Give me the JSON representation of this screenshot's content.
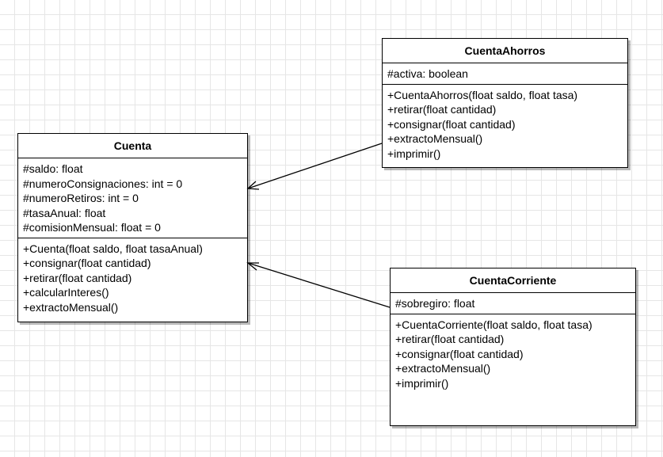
{
  "classes": {
    "cuenta": {
      "name": "Cuenta",
      "attributes": [
        "#saldo: float",
        "#numeroConsignaciones: int = 0",
        "#numeroRetiros: int = 0",
        "#tasaAnual: float",
        "#comisionMensual: float = 0"
      ],
      "operations": [
        "+Cuenta(float saldo, float tasaAnual)",
        "+consignar(float cantidad)",
        "+retirar(float cantidad)",
        "+calcularInteres()",
        "+extractoMensual()"
      ]
    },
    "cuentaAhorros": {
      "name": "CuentaAhorros",
      "attributes": [
        "#activa: boolean"
      ],
      "operations": [
        "+CuentaAhorros(float saldo, float tasa)",
        "+retirar(float cantidad)",
        "+consignar(float cantidad)",
        "+extractoMensual()",
        "+imprimir()"
      ]
    },
    "cuentaCorriente": {
      "name": "CuentaCorriente",
      "attributes": [
        "#sobregiro: float"
      ],
      "operations": [
        "+CuentaCorriente(float saldo, float tasa)",
        "+retirar(float cantidad)",
        "+consignar(float cantidad)",
        "+extractoMensual()",
        "+imprimir()"
      ]
    }
  },
  "relations": [
    {
      "from": "cuentaAhorros",
      "to": "cuenta",
      "type": "association-arrow"
    },
    {
      "from": "cuentaCorriente",
      "to": "cuenta",
      "type": "association-arrow"
    }
  ]
}
